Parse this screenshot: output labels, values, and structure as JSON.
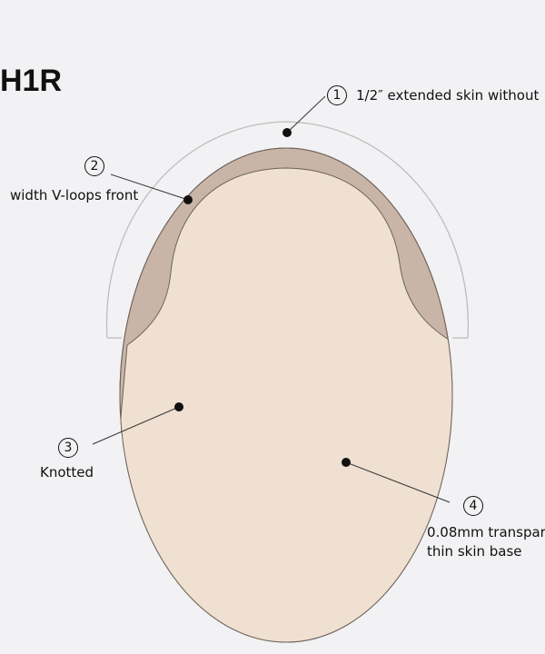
{
  "title": "H1R",
  "labels": [
    {
      "num": "1",
      "text": "1/2″  extended skin without"
    },
    {
      "num": "2",
      "text": "width V-loops front"
    },
    {
      "num": "3",
      "text": "Knotted"
    },
    {
      "num": "4",
      "text": "0.08mm transpar",
      "text2": "thin skin base"
    }
  ],
  "colors": {
    "background": "#f2f2f4",
    "front": "#c9b5a8",
    "base": "#efe0d2",
    "outline": "#bdbdbd"
  }
}
